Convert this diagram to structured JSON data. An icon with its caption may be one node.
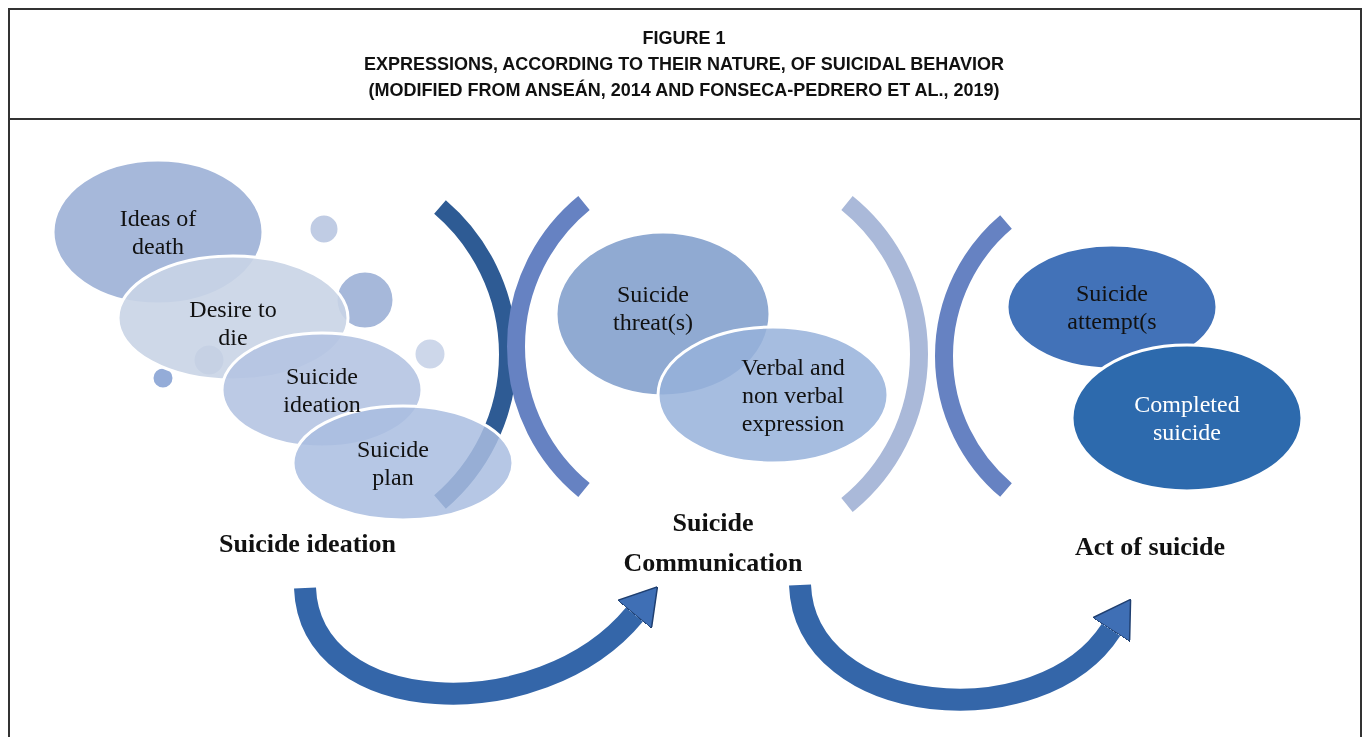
{
  "diagram": {
    "title": "FIGURE 1",
    "nodes": [
      {
        "text": [
          "Ideas of death"
        ]
      },
      {
        "text": [
          "Desire to die"
        ]
      },
      {
        "text": [
          "Suicide ideation"
        ]
      },
      {
        "text": [
          "Suicide plan"
        ]
      },
      {
        "text": [
          "Suicide threat(s)"
        ]
      },
      {
        "text": [
          "Verbal and non verbal expression"
        ]
      },
      {
        "text": [
          "Suicide attempt(s"
        ]
      },
      {
        "text": [
          "Completed suicide"
        ]
      },
      {
        "text": [
          "Suicide ideation"
        ]
      },
      {
        "text": [
          "Suicide Communication"
        ]
      },
      {
        "text": [
          "Act of suicide"
        ]
      }
    ],
    "edges": [
      {
        "from": 8,
        "to": 9,
        "arrow": "to"
      },
      {
        "from": 9,
        "to": 10,
        "arrow": "to"
      }
    ],
    "labels": [
      "EXPRESSIONS, ACCORDING TO THEIR NATURE, OF SUICIDAL BEHAVIOR",
      "(MODIFIED FROM ANSEÁN, 2014 AND FONSECA-PEDRERO ET AL., 2019)"
    ]
  }
}
